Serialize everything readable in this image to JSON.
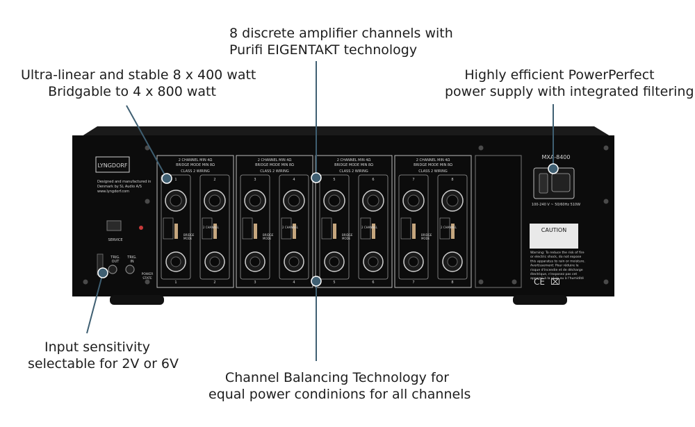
{
  "callouts": {
    "channels": {
      "line1": "8 discrete amplifier channels with",
      "line2": "Purifi EIGENTAKT technology"
    },
    "power": {
      "line1": "Ultra-linear and stable 8 x 400 watt",
      "line2": "Bridgable to 4 x 800 watt"
    },
    "supply": {
      "line1": "Highly efficient PowerPerfect",
      "line2": "power supply with integrated filtering"
    },
    "sensitivity": {
      "line1": "Input sensitivity",
      "line2": "selectable for 2V or 6V"
    },
    "balancing": {
      "line1": "Channel Balancing Technology for",
      "line2": "equal power condinions for all channels"
    }
  },
  "panel": {
    "brand": "LYNGDORF",
    "made_line1": "Designed and manufactured in",
    "made_line2": "Denmark by SL Audio A/S",
    "website": "www.lyngdorf.com",
    "service": "SERVICE",
    "trig_out_1": "TRIG.",
    "trig_out_2": "OUT",
    "trig_in_1": "TRIG.",
    "trig_in_2": "IN",
    "power_state_1": "POWER",
    "power_state_2": "STATE",
    "model": "MXA-8400",
    "mains_spec": "100-240 V ~ 50/60Hz 510W",
    "caution": "CAUTION",
    "warning_lines": [
      "Warning: To reduce the risk of fire",
      "or electric shock, do not expose",
      "this apparatus to rain or moisture.",
      "Avertissement: Pour réduire le",
      "risque d'incendie et de décharge",
      "électrique, n'exposez pas cet",
      "appareil à la pluie ou à l'humidité"
    ],
    "ce_mark": "CE",
    "module_line1": "2 CHANNEL MIN 4Ω",
    "module_line2": "BRIDGE MODE MIN 8Ω",
    "module_line3": "CLASS 2 WIRING",
    "channel_numbers": [
      "1",
      "2",
      "3",
      "4",
      "5",
      "6",
      "7",
      "8"
    ],
    "mode_2ch": "2 CHANNEL",
    "mode_bridge_1": "BRIDGE",
    "mode_bridge_2": "MODE"
  },
  "colors": {
    "callout_line": "#3f5f72",
    "chassis": "#0c0c0c",
    "panel_line": "#cfcfcf"
  }
}
